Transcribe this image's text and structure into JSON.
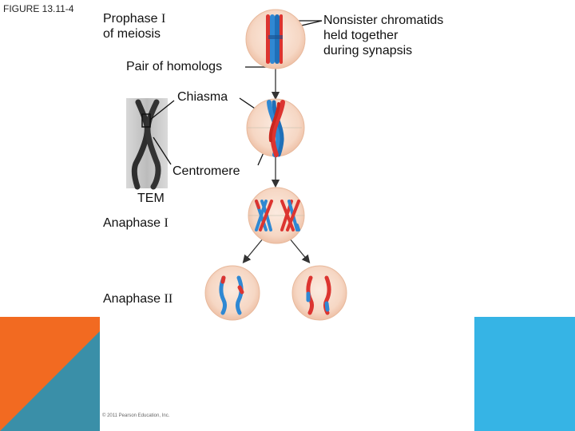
{
  "figure_label": "FIGURE 13.11-4",
  "labels": {
    "prophase": "Prophase",
    "prophase_numeral": "I",
    "prophase_line2": "of meiosis",
    "pair_of_homologs": "Pair of homologs",
    "chiasma": "Chiasma",
    "centromere": "Centromere",
    "tem": "TEM",
    "anaphase1": "Anaphase",
    "anaphase1_numeral": "I",
    "anaphase2": "Anaphase",
    "anaphase2_numeral": "II",
    "nonsister_line1": "Nonsister chromatids",
    "nonsister_line2": "held together",
    "nonsister_line3": "during synapsis"
  },
  "copyright": "© 2011 Pearson Education, Inc.",
  "colors": {
    "slide_orange": "#f26a21",
    "slide_teal": "#3a8fa8",
    "slide_blue": "#36b4e5",
    "cell_fill": "#f7d9c8",
    "chromatid_blue": "#2f88d3",
    "chromatid_red": "#dc3430"
  }
}
